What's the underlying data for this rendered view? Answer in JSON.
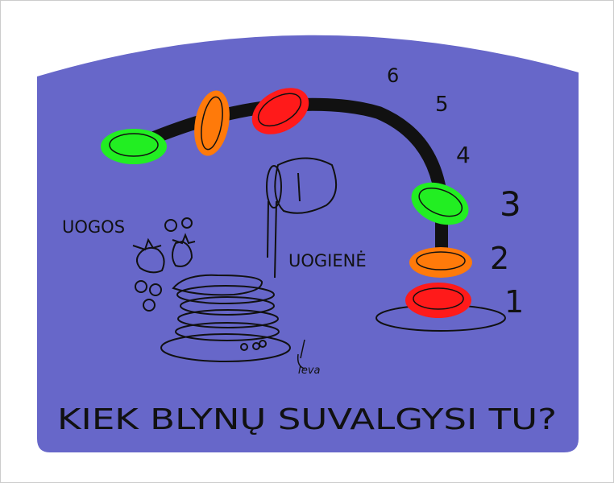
{
  "title": "KIEK BLYNŲ SUVALGYSI TU?",
  "labels": {
    "berries": "UOGOS",
    "jam": "UOGIENĖ"
  },
  "signature": "Ieva",
  "track_numbers": [
    "1",
    "2",
    "3",
    "4",
    "5",
    "6"
  ],
  "colors": {
    "background": "#6767c9",
    "green": "#22ee22",
    "orange": "#ff7a0a",
    "red": "#ff1a1a",
    "ink": "#111111"
  }
}
